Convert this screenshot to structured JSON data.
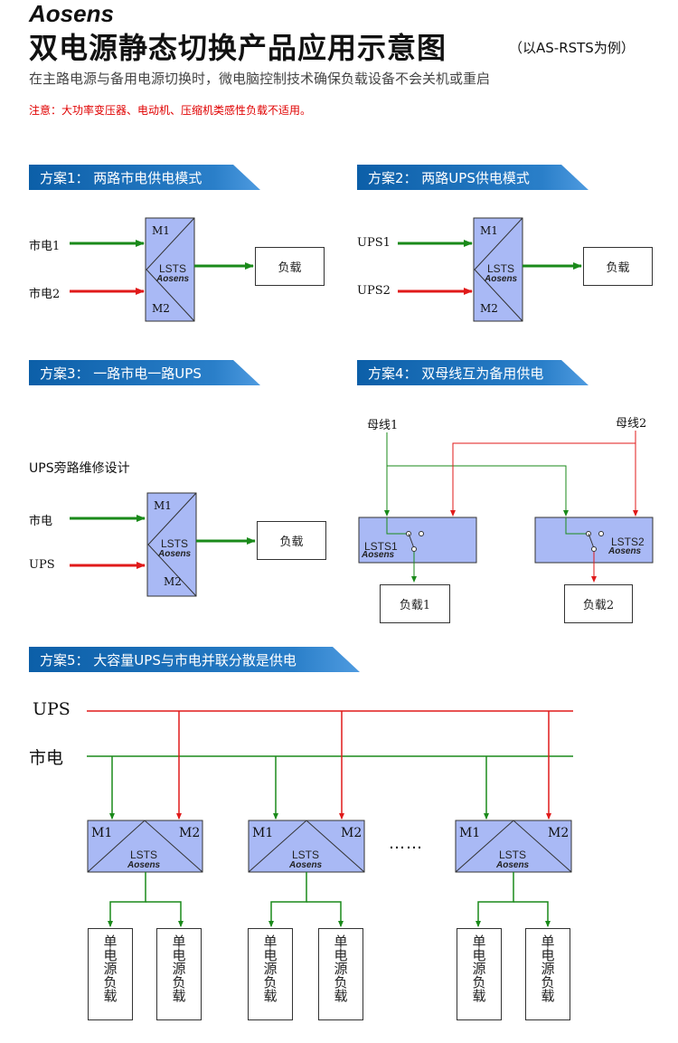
{
  "brand": "Aosens",
  "title": "双电源静态切换产品应用示意图",
  "title_note": "（以AS-RSTS为例）",
  "subtitle": "在主路电源与备用电源切换时，微电脑控制技术确保负载设备不会关机或重启",
  "warning": "注意：大功率变压器、电动机、压缩机类感性负载不适用。",
  "colors": {
    "banner": "#0c5fa8",
    "green_line": "#1a8a1a",
    "red_line": "#e01a1a",
    "switch_fill": "#a9b9f5",
    "warning": "#e00000"
  },
  "switch": {
    "label": "LSTS",
    "brand": "Aosens",
    "m1": "M1",
    "m2": "M2"
  },
  "scheme1": {
    "banner": "方案1：  两路市电供电模式",
    "input1": "市电1",
    "input2": "市电2",
    "load": "负载"
  },
  "scheme2": {
    "banner": "方案2：  两路UPS供电模式",
    "input1": "UPS1",
    "input2": "UPS2",
    "load": "负载"
  },
  "scheme3": {
    "banner": "方案3：  一路市电一路UPS",
    "caption": "UPS旁路维修设计",
    "input1": "市电",
    "input2": "UPS",
    "load": "负载"
  },
  "scheme4": {
    "banner": "方案4：  双母线互为备用供电",
    "bus1": "母线1",
    "bus2": "母线2",
    "switch1": "LSTS1",
    "switch2": "LSTS2",
    "load1": "负载1",
    "load2": "负载2"
  },
  "scheme5": {
    "banner": "方案5：  大容量UPS与市电并联分散是供电",
    "bus_ups": "UPS",
    "bus_mains": "市电",
    "ellipsis": "……",
    "single_load": "单电源负载"
  }
}
